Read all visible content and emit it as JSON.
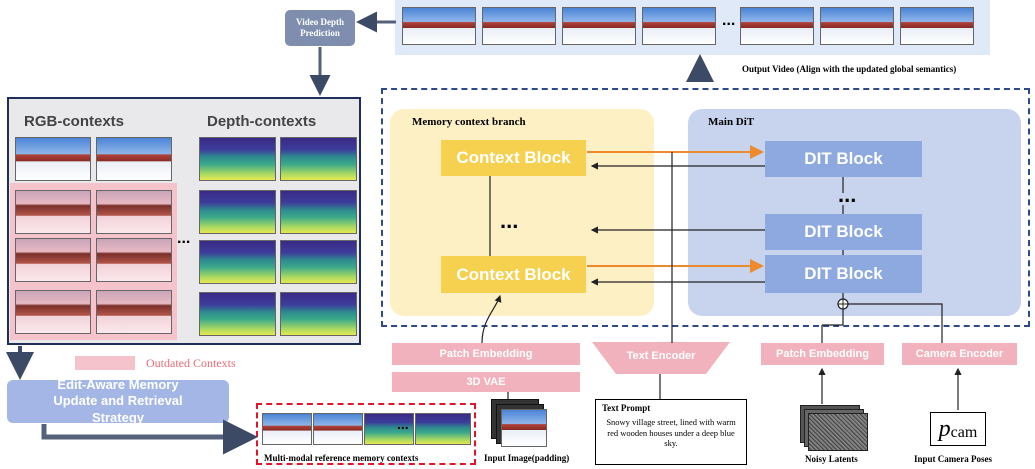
{
  "video_depth_prediction": "Video Depth Prediction",
  "output_video_label": "Output Video (Align with the updated global semantics)",
  "ellipsis": "...",
  "rgb_contexts_title": "RGB-contexts",
  "depth_contexts_title": "Depth-contexts",
  "outdated_contexts_label": "Outdated Contexts",
  "memory_update_label": "Edit-Aware Memory Update and Retrieval Strategy",
  "memory_branch_title": "Memory context branch",
  "main_dit_title": "Main DiT",
  "context_block_label": "Context Block",
  "dit_block_label": "DIT Block",
  "patch_embedding_label": "Patch Embedding",
  "vae_label": "3D VAE",
  "text_encoder_label": "Text Encoder",
  "camera_encoder_label": "Camera Encoder",
  "text_prompt_title": "Text Prompt",
  "text_prompt_body": "Snowy village street, lined with warm red wooden houses under a deep blue sky.",
  "noisy_latents_label": "Noisy Latents",
  "camera_poses_label": "Input Camera Poses",
  "camera_pose_symbol": "p",
  "camera_pose_subscript": "cam",
  "multimodal_label": "Multi-modal reference memory contexts",
  "input_image_label": "Input Image(padding)",
  "colors": {
    "memory_branch_bg": "#fdf0c4",
    "main_dit_bg": "#c8d3ee",
    "context_block": "#f6d14f",
    "dit_block": "#8ea9df",
    "pink": "#f2b2bd",
    "slate": "#7f8eae",
    "dashed_blue": "#2f4a8a",
    "dashed_red": "#e0142a",
    "arrow_orange": "#ed8a2e"
  }
}
